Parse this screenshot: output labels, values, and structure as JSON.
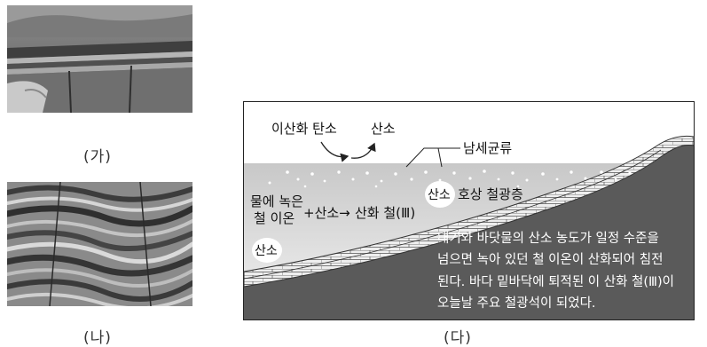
{
  "captions": {
    "a": "(가)",
    "b": "(나)",
    "c": "(다)"
  },
  "diagram": {
    "co2_label": "이산화 탄소",
    "o2_top_label": "산소",
    "bacteria_label": "남세균류",
    "iron_ion_line1": "물에 녹은",
    "iron_ion_line2": "철 이온",
    "plus_o2": "+산소→",
    "iron_oxide": "산화 철(Ⅲ)",
    "o2_bubble_mid": "산소",
    "banded_iron": "호상 철광층",
    "o2_bubble_left": "산소",
    "description": [
      "대기와 바닷물의 산소 농도가 일정 수준을",
      "넘으면 녹아 있던 철 이온이 산화되어 침전",
      "된다. 바다 밑바닥에 퇴적된 이 산화 철(Ⅲ)이",
      "오늘날 주요 철광석이 되었다."
    ]
  },
  "colors": {
    "sky": "#ffffff",
    "sea_top": "#cfcfcf",
    "sea_bottom": "#f2f2f2",
    "bedrock": "#5a5a5a",
    "layer_light": "#f4f4f4",
    "layer_mid": "#d8d8d8",
    "text_white": "#ffffff"
  }
}
